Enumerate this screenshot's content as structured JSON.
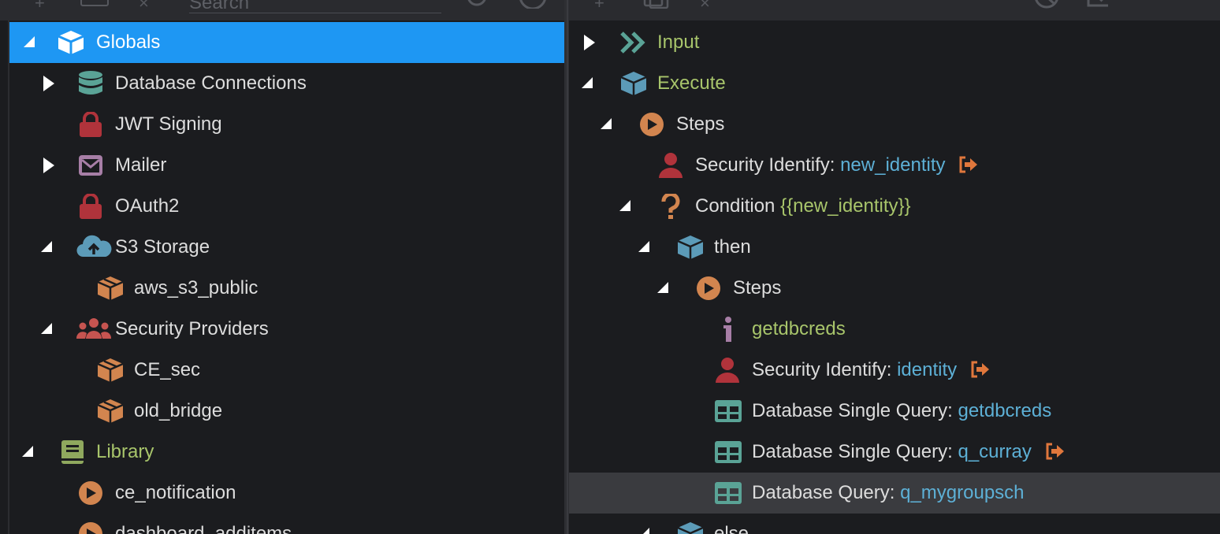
{
  "colors": {
    "selected_bg": "#1e97f3",
    "panel_bg": "#1b1c1f",
    "cyan_param": "#5db0d6",
    "green_text": "#a8c56b",
    "icon_orange": "#d2854f",
    "icon_red": "#b0333b",
    "icon_teal": "#5aa396",
    "icon_blue": "#5c9bb8"
  },
  "left": {
    "search_placeholder": "Search",
    "rows": [
      {
        "label": "Globals",
        "icon": "cube-icon"
      },
      {
        "label": "Database Connections",
        "icon": "database-icon"
      },
      {
        "label": "JWT Signing",
        "icon": "lock-icon"
      },
      {
        "label": "Mailer",
        "icon": "envelope-icon"
      },
      {
        "label": "OAuth2",
        "icon": "lock-icon"
      },
      {
        "label": "S3 Storage",
        "icon": "cloud-upload-icon"
      },
      {
        "label": "aws_s3_public",
        "icon": "box-icon"
      },
      {
        "label": "Security Providers",
        "icon": "users-icon"
      },
      {
        "label": "CE_sec",
        "icon": "box-icon"
      },
      {
        "label": "old_bridge",
        "icon": "box-icon"
      },
      {
        "label": "Library",
        "icon": "book-icon"
      },
      {
        "label": "ce_notification",
        "icon": "play-circle-icon"
      },
      {
        "label": "dashboard_additems",
        "icon": "play-circle-icon"
      }
    ]
  },
  "right": {
    "rows": [
      {
        "label": "Input",
        "icon": "double-chevron-icon"
      },
      {
        "label": "Execute",
        "icon": "cube-icon"
      },
      {
        "label": "Steps",
        "icon": "play-circle-icon"
      },
      {
        "label": "Security Identify: ",
        "param": "new_identity",
        "icon": "user-icon"
      },
      {
        "label": "Condition ",
        "param": "{{new_identity}}",
        "icon": "question-icon"
      },
      {
        "label": "then",
        "icon": "cube-icon"
      },
      {
        "label": "Steps",
        "icon": "play-circle-icon"
      },
      {
        "label": "getdbcreds",
        "icon": "info-icon"
      },
      {
        "label": "Security Identify: ",
        "param": "identity",
        "icon": "user-icon"
      },
      {
        "label": "Database Single Query: ",
        "param": "getdbcreds",
        "icon": "table-icon"
      },
      {
        "label": "Database Single Query: ",
        "param": "q_curray",
        "icon": "table-icon"
      },
      {
        "label": "Database Query: ",
        "param": "q_mygroupsch",
        "icon": "table-icon"
      },
      {
        "label": "else",
        "icon": "cube-icon"
      }
    ]
  }
}
